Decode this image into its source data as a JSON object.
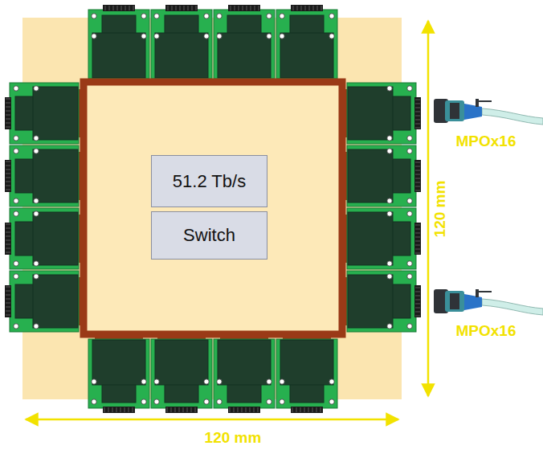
{
  "diagram": {
    "nodes": [
      {
        "text": [
          "51.2 Tb/s"
        ]
      },
      {
        "text": [
          "Switch"
        ]
      }
    ],
    "labels": [
      "MPOx16",
      "MPOx16",
      "120 mm",
      "120 mm"
    ]
  }
}
